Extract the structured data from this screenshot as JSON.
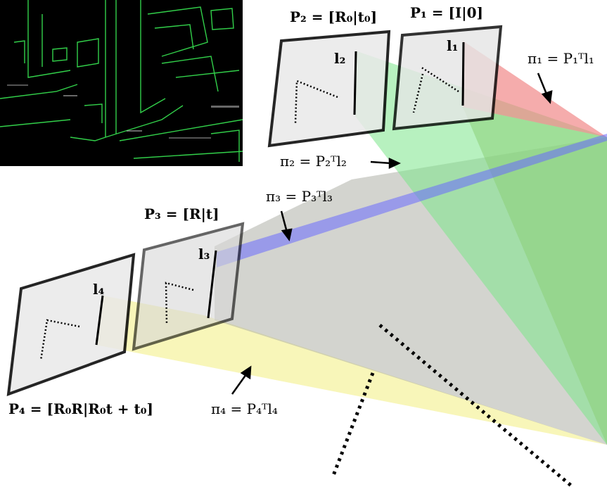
{
  "figure": {
    "inset_image": {
      "description_icon": "edge-detection-photo-icon",
      "edge_color": "#2ecc40",
      "background_color": "#000000"
    },
    "cameras": [
      {
        "id": "P1",
        "label": "P₁ = [I|0]",
        "line_label": "l₁"
      },
      {
        "id": "P2",
        "label": "P₂ = [R₀|t₀]",
        "line_label": "l₂"
      },
      {
        "id": "P3",
        "label": "P₃ = [R|t]",
        "line_label": "l₃"
      },
      {
        "id": "P4",
        "label": "P₄ = [R₀R|R₀t + t₀]",
        "line_label": "l₄"
      }
    ],
    "planes": [
      {
        "id": "pi1",
        "label": "π₁ = P₁ᵀl₁",
        "color": "#f08080"
      },
      {
        "id": "pi2",
        "label": "π₂ = P₂ᵀl₂",
        "color": "#66ee77"
      },
      {
        "id": "pi3",
        "label": "π₃ = P₃ᵀl₃",
        "color": "#6666ff"
      },
      {
        "id": "pi4",
        "label": "π₄ = P₄ᵀl₄",
        "color": "#eeee66"
      }
    ]
  }
}
